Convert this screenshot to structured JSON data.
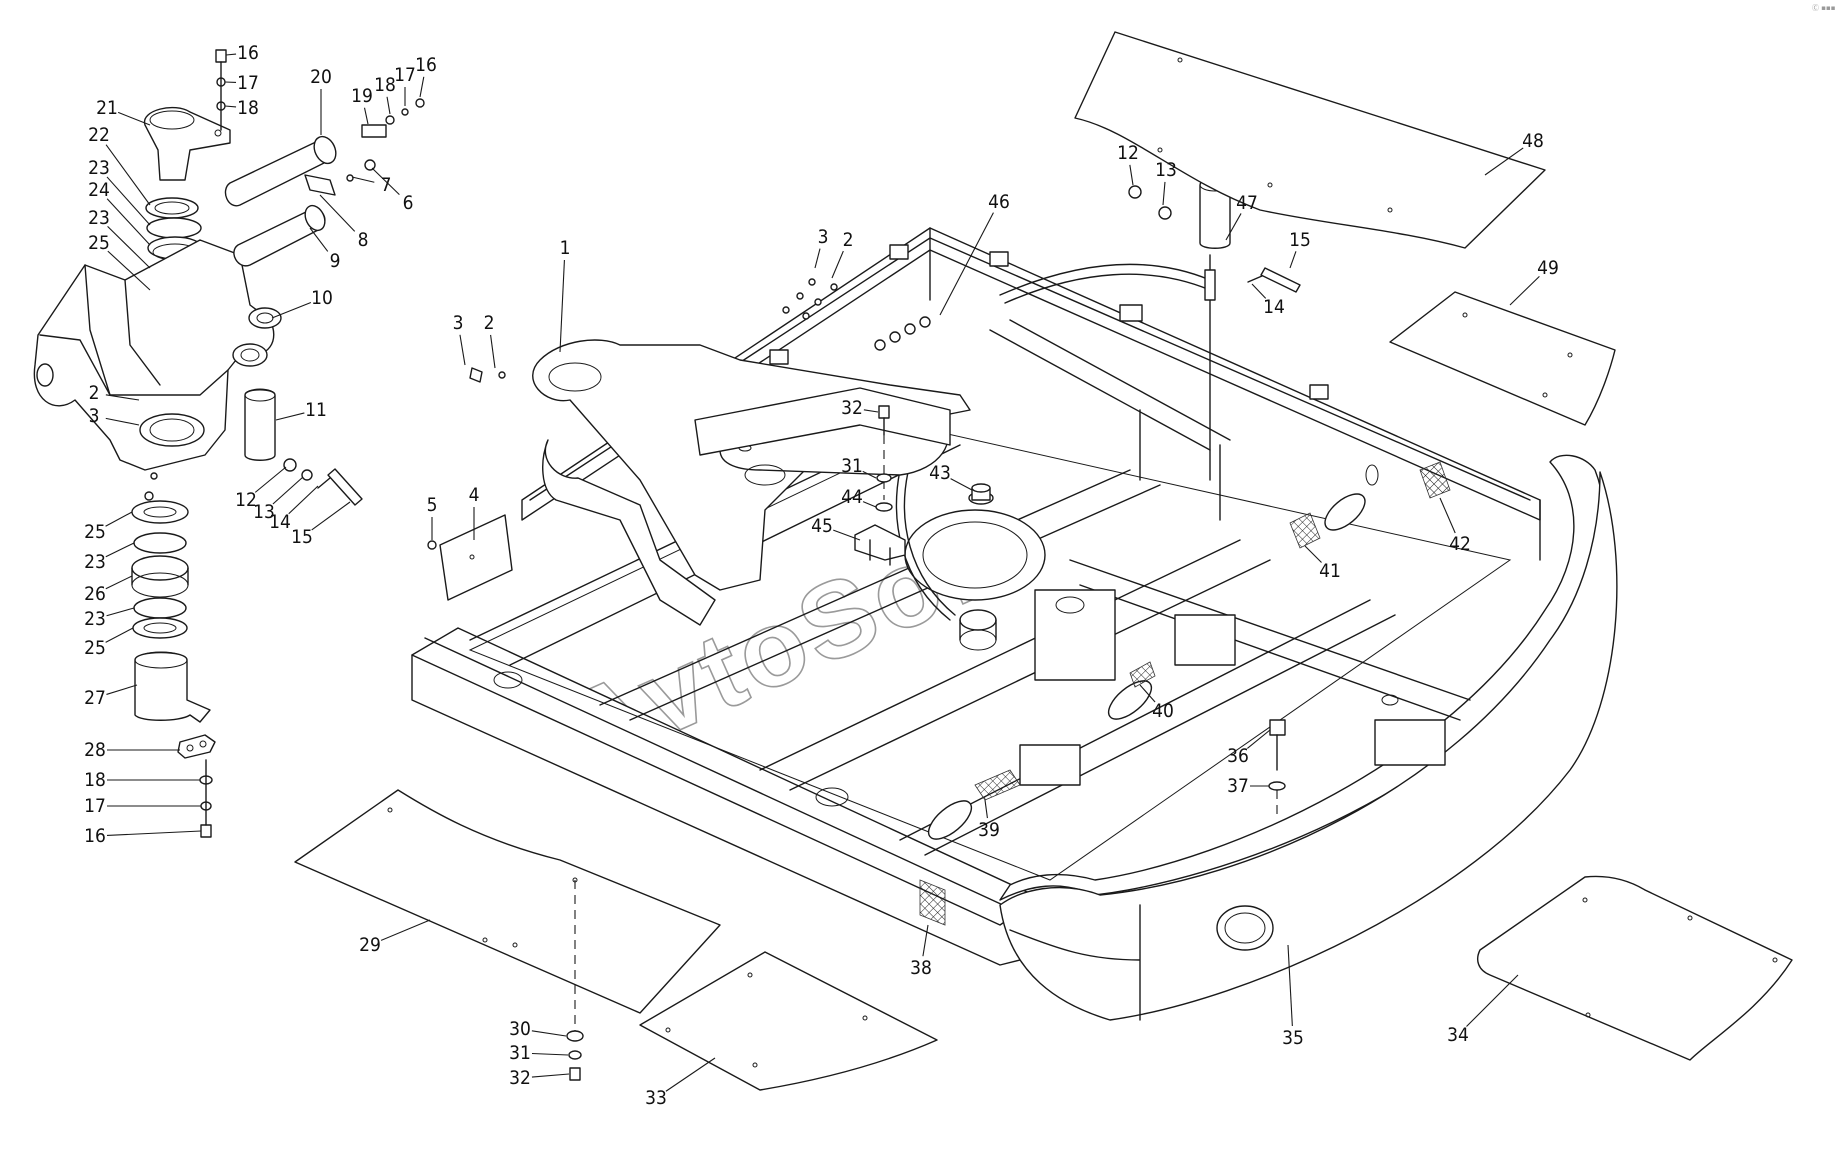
{
  "watermark": "AvtoSoft",
  "corner_mark": "Ⓒ ▪▪▪",
  "callouts": [
    {
      "id": "c1",
      "text": "1"
    },
    {
      "id": "c2a",
      "text": "2"
    },
    {
      "id": "c2b",
      "text": "2"
    },
    {
      "id": "c2c",
      "text": "2"
    },
    {
      "id": "c3a",
      "text": "3"
    },
    {
      "id": "c3b",
      "text": "3"
    },
    {
      "id": "c3c",
      "text": "3"
    },
    {
      "id": "c4",
      "text": "4"
    },
    {
      "id": "c5",
      "text": "5"
    },
    {
      "id": "c6",
      "text": "6"
    },
    {
      "id": "c7",
      "text": "7"
    },
    {
      "id": "c8",
      "text": "8"
    },
    {
      "id": "c9",
      "text": "9"
    },
    {
      "id": "c10",
      "text": "10"
    },
    {
      "id": "c11",
      "text": "11"
    },
    {
      "id": "c12a",
      "text": "12"
    },
    {
      "id": "c12b",
      "text": "12"
    },
    {
      "id": "c13a",
      "text": "13"
    },
    {
      "id": "c13b",
      "text": "13"
    },
    {
      "id": "c14a",
      "text": "14"
    },
    {
      "id": "c14b",
      "text": "14"
    },
    {
      "id": "c15a",
      "text": "15"
    },
    {
      "id": "c15b",
      "text": "15"
    },
    {
      "id": "c16a",
      "text": "16"
    },
    {
      "id": "c16b",
      "text": "16"
    },
    {
      "id": "c16c",
      "text": "16"
    },
    {
      "id": "c17a",
      "text": "17"
    },
    {
      "id": "c17b",
      "text": "17"
    },
    {
      "id": "c17c",
      "text": "17"
    },
    {
      "id": "c18a",
      "text": "18"
    },
    {
      "id": "c18b",
      "text": "18"
    },
    {
      "id": "c18c",
      "text": "18"
    },
    {
      "id": "c19",
      "text": "19"
    },
    {
      "id": "c20",
      "text": "20"
    },
    {
      "id": "c21",
      "text": "21"
    },
    {
      "id": "c22",
      "text": "22"
    },
    {
      "id": "c23a",
      "text": "23"
    },
    {
      "id": "c23b",
      "text": "23"
    },
    {
      "id": "c23c",
      "text": "23"
    },
    {
      "id": "c23d",
      "text": "23"
    },
    {
      "id": "c24",
      "text": "24"
    },
    {
      "id": "c25a",
      "text": "25"
    },
    {
      "id": "c25b",
      "text": "25"
    },
    {
      "id": "c25c",
      "text": "25"
    },
    {
      "id": "c26",
      "text": "26"
    },
    {
      "id": "c27",
      "text": "27"
    },
    {
      "id": "c28",
      "text": "28"
    },
    {
      "id": "c29",
      "text": "29"
    },
    {
      "id": "c30",
      "text": "30"
    },
    {
      "id": "c31a",
      "text": "31"
    },
    {
      "id": "c31b",
      "text": "31"
    },
    {
      "id": "c32a",
      "text": "32"
    },
    {
      "id": "c32b",
      "text": "32"
    },
    {
      "id": "c33",
      "text": "33"
    },
    {
      "id": "c34",
      "text": "34"
    },
    {
      "id": "c35",
      "text": "35"
    },
    {
      "id": "c36",
      "text": "36"
    },
    {
      "id": "c37",
      "text": "37"
    },
    {
      "id": "c38",
      "text": "38"
    },
    {
      "id": "c39",
      "text": "39"
    },
    {
      "id": "c40",
      "text": "40"
    },
    {
      "id": "c41",
      "text": "41"
    },
    {
      "id": "c42",
      "text": "42"
    },
    {
      "id": "c43",
      "text": "43"
    },
    {
      "id": "c44",
      "text": "44"
    },
    {
      "id": "c45",
      "text": "45"
    },
    {
      "id": "c46",
      "text": "46"
    },
    {
      "id": "c47",
      "text": "47"
    },
    {
      "id": "c48",
      "text": "48"
    },
    {
      "id": "c49",
      "text": "49"
    }
  ]
}
